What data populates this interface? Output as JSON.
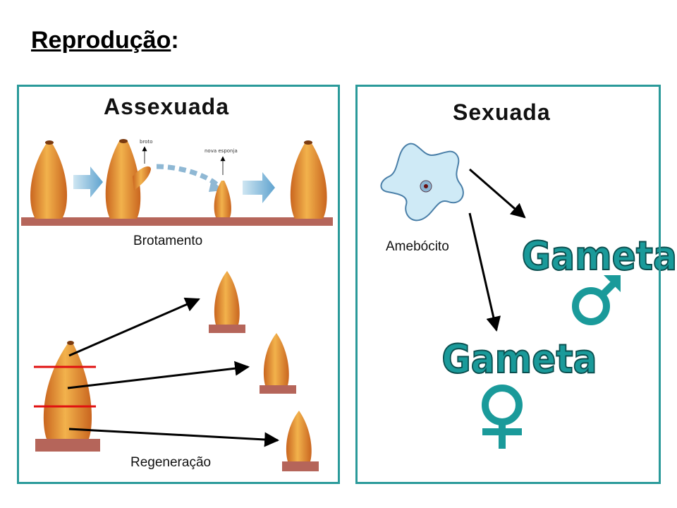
{
  "title": {
    "main": "Reprodução",
    "colon": ":"
  },
  "panels": {
    "asexual": {
      "heading": "Assexuada",
      "budding_caption": "Brotamento",
      "regeneration_caption": "Regeneração",
      "labels": {
        "bud": "broto",
        "new_sponge": "nova esponja"
      }
    },
    "sexual": {
      "heading": "Sexuada",
      "amebocyte_caption": "Amebócito",
      "gamete_male": "Gameta",
      "gamete_female": "Gameta"
    }
  },
  "colors": {
    "border": "#2a9a9a",
    "gamete": "#1a9a9a",
    "sponge": "#e8963a",
    "base": "#b5655a",
    "cut_line": "#e01010"
  }
}
